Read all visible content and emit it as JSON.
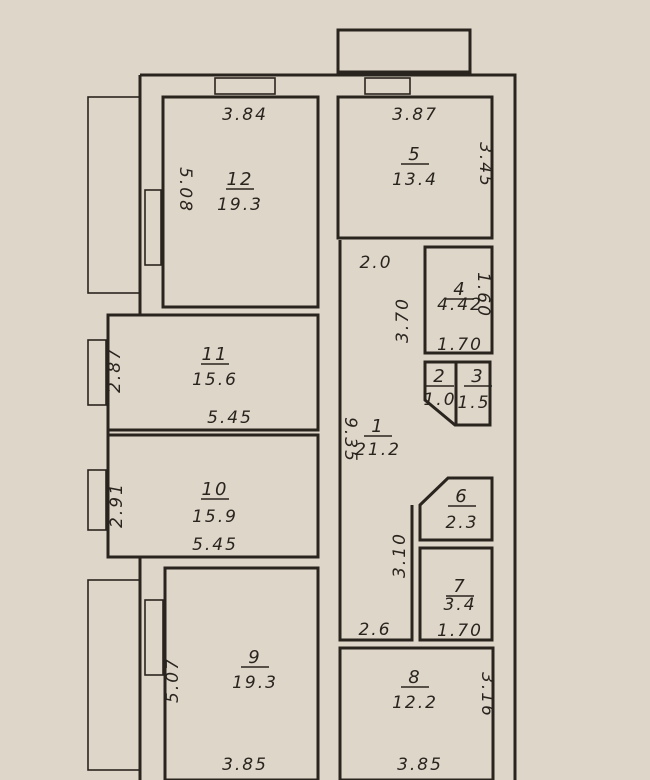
{
  "plan": {
    "rooms": [
      {
        "number": "1",
        "area": "21.2"
      },
      {
        "number": "2",
        "area": "1.0"
      },
      {
        "number": "3",
        "area": "1.5"
      },
      {
        "number": "4",
        "area": "4.42"
      },
      {
        "number": "5",
        "area": "13.4"
      },
      {
        "number": "6",
        "area": "2.3"
      },
      {
        "number": "7",
        "area": "3.4"
      },
      {
        "number": "8",
        "area": "12.2"
      },
      {
        "number": "9",
        "area": "19.3"
      },
      {
        "number": "10",
        "area": "15.9"
      },
      {
        "number": "11",
        "area": "15.6"
      },
      {
        "number": "12",
        "area": "19.3"
      }
    ],
    "dimensions": {
      "room12_width": "3.84",
      "room12_depth": "5.08",
      "room5_width": "3.87",
      "room5_depth": "3.45",
      "corridor_top": "2.0",
      "room4_depth": "1.60",
      "room4_width": "1.70",
      "pantry_side": "3.70",
      "room11_width": "5.45",
      "room11_depth": "2.87",
      "corridor_length": "9.35",
      "room10_width": "5.45",
      "room10_depth": "2.91",
      "wc_side": "3.10",
      "room7_width": "1.70",
      "corridor_bottom": "2.6",
      "room9_depth": "5.07",
      "room9_width": "3.85",
      "room8_width": "3.85",
      "room8_depth": "3.16"
    }
  }
}
